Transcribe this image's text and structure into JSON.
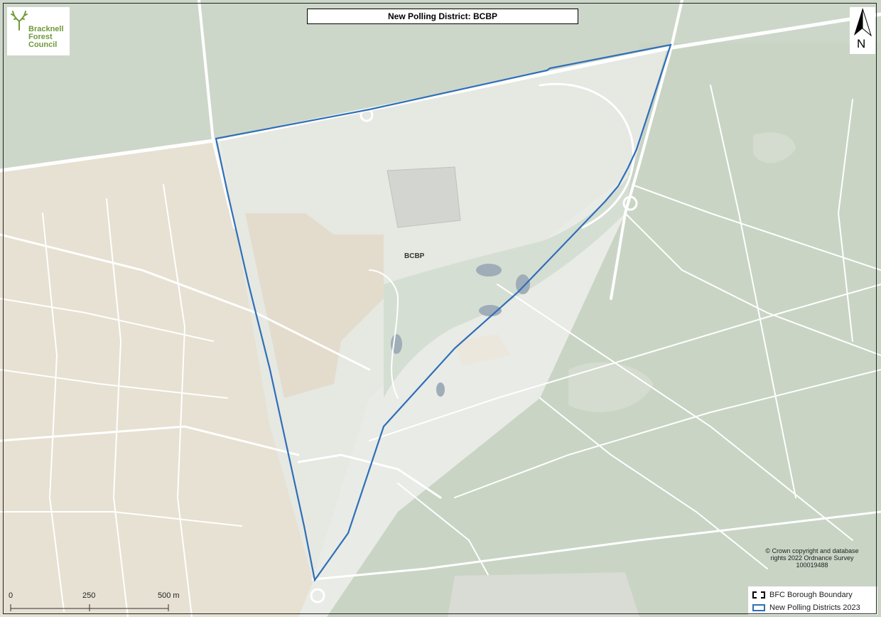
{
  "title": "New Polling District: BCBP",
  "logo": {
    "lines": [
      "Bracknell",
      "Forest",
      "Council"
    ]
  },
  "north_arrow": {
    "label": "N"
  },
  "district_label": "BCBP",
  "copyright": [
    "© Crown copyright and database",
    "rights 2022 Ordnance Survey",
    "100019488"
  ],
  "scale_bar": {
    "labels": [
      "0",
      "250",
      "500 m"
    ]
  },
  "legend": [
    {
      "label": "BFC Borough Boundary",
      "style": "dashed-black"
    },
    {
      "label": "New Polling Districts 2023",
      "style": "solid-blue"
    }
  ],
  "colors": {
    "district_boundary": "#2f6fb8",
    "map_background": "#e9ebe6",
    "woodland": "#c8d3c4",
    "urban": "#e6e0d2",
    "roads": "#ffffff",
    "water": "#9aa9b4",
    "logo_green": "#6f9a3a"
  }
}
